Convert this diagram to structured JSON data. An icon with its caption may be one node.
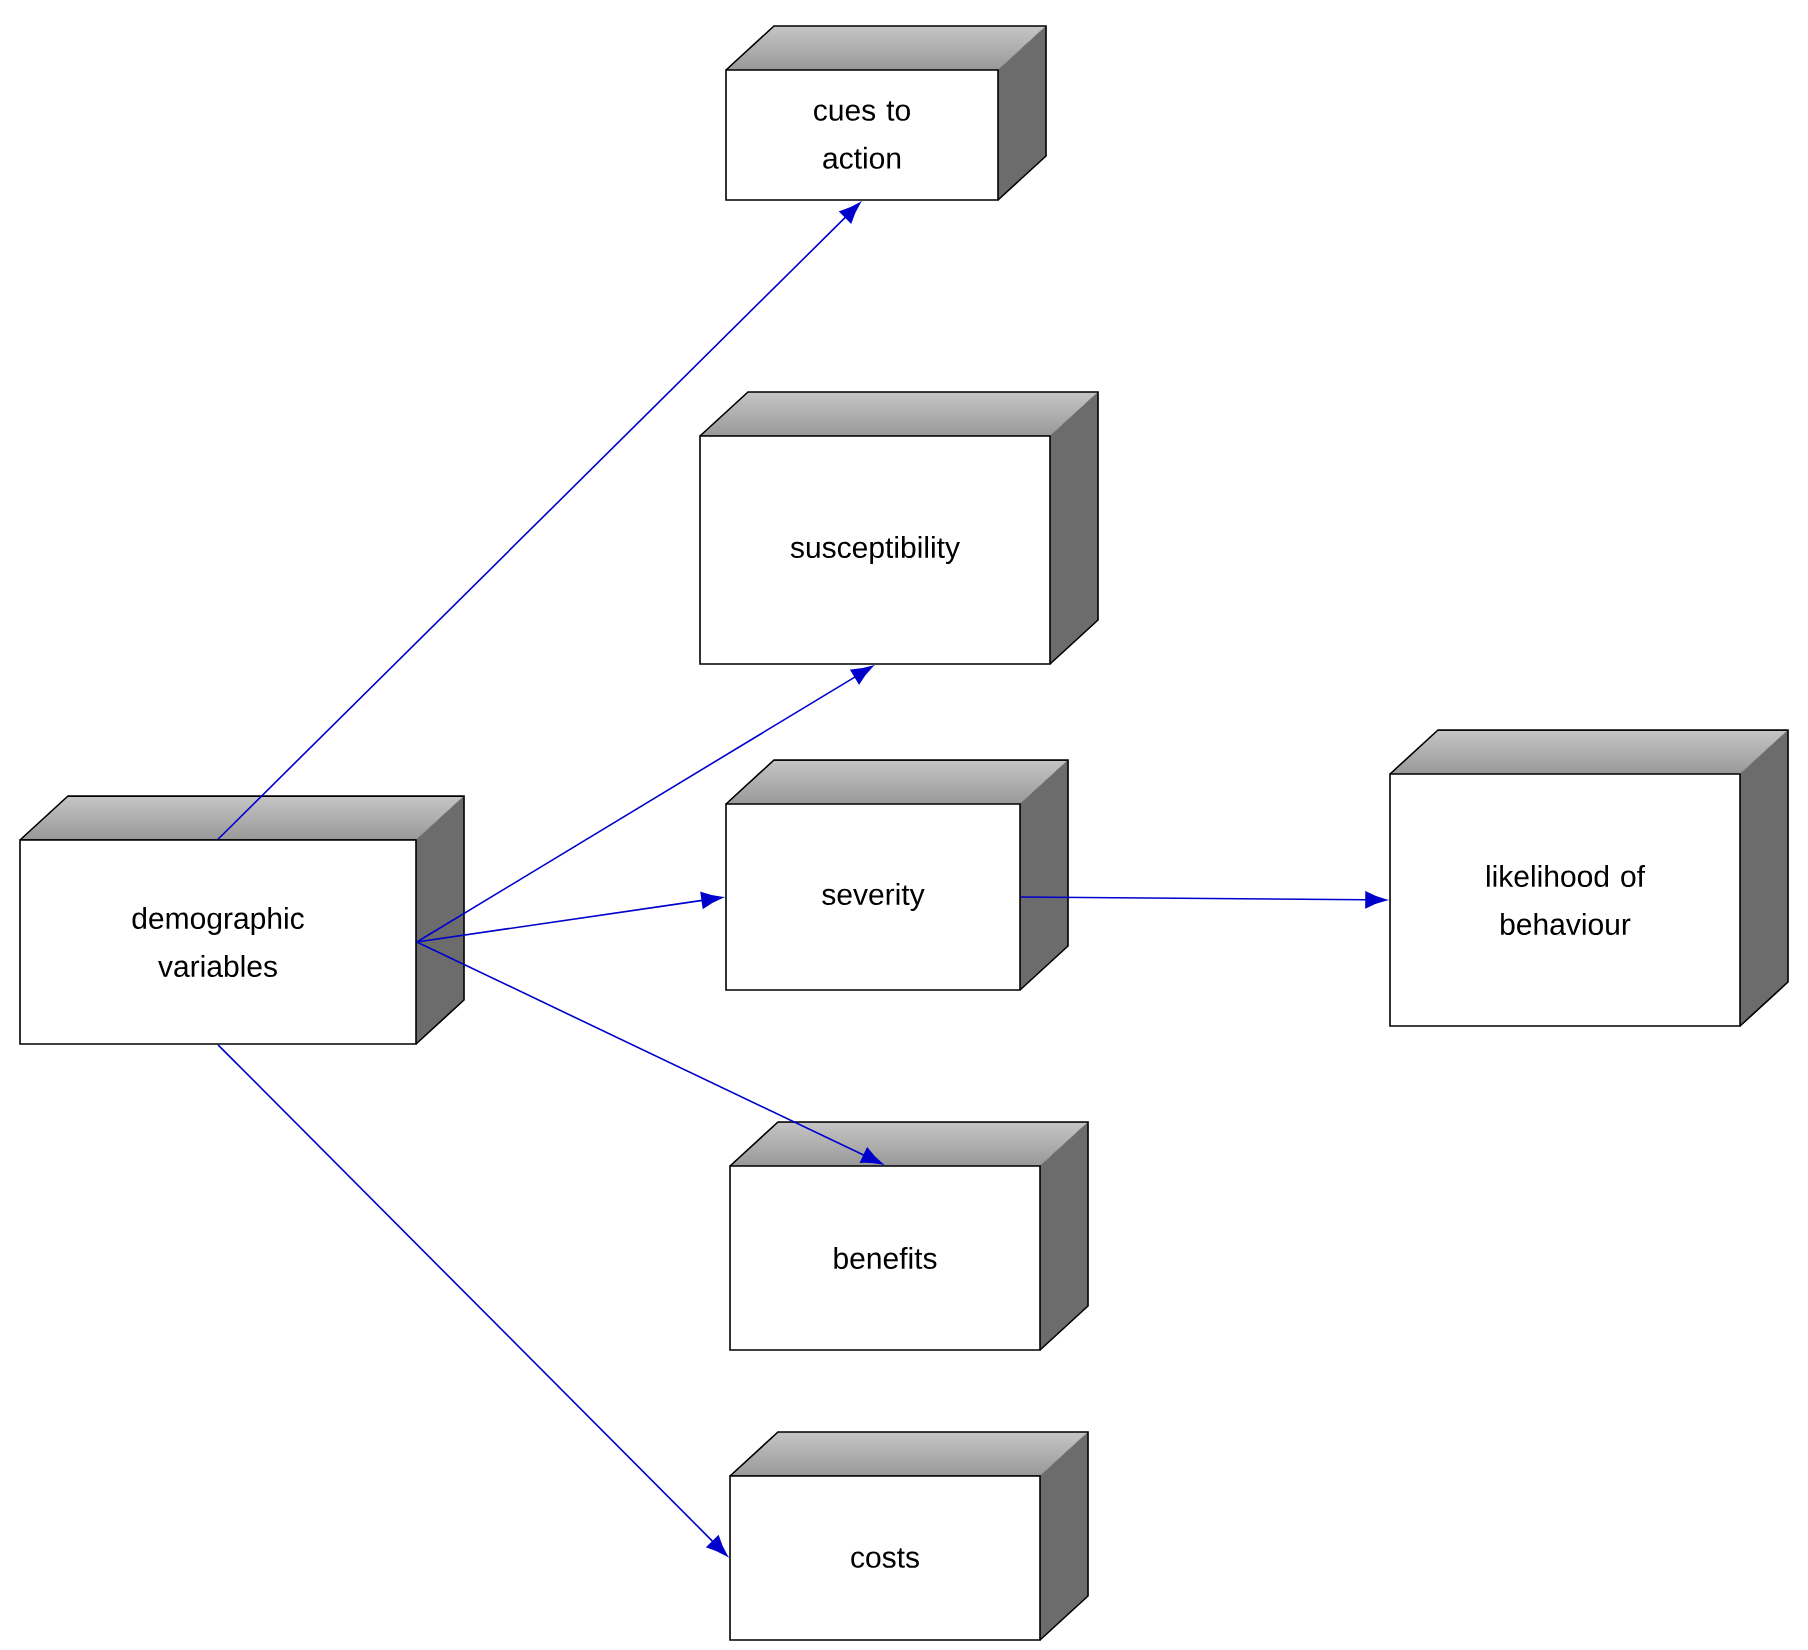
{
  "diagram": {
    "nodes": [
      {
        "text": [
          "demographic variables"
        ]
      },
      {
        "text": [
          "cues to action"
        ]
      },
      {
        "text": [
          "susceptibility"
        ]
      },
      {
        "text": [
          "severity"
        ]
      },
      {
        "text": [
          "benefits"
        ]
      },
      {
        "text": [
          "costs"
        ]
      },
      {
        "text": [
          "likelihood of behaviour"
        ]
      }
    ],
    "edges": [
      {
        "from": 0,
        "to": 1,
        "arrow": "to"
      },
      {
        "from": 0,
        "to": 2,
        "arrow": "to"
      },
      {
        "from": 0,
        "to": 3,
        "arrow": "to"
      },
      {
        "from": 0,
        "to": 4,
        "arrow": "to"
      },
      {
        "from": 0,
        "to": 5,
        "arrow": "to"
      },
      {
        "from": 3,
        "to": 6,
        "arrow": "to"
      }
    ]
  }
}
